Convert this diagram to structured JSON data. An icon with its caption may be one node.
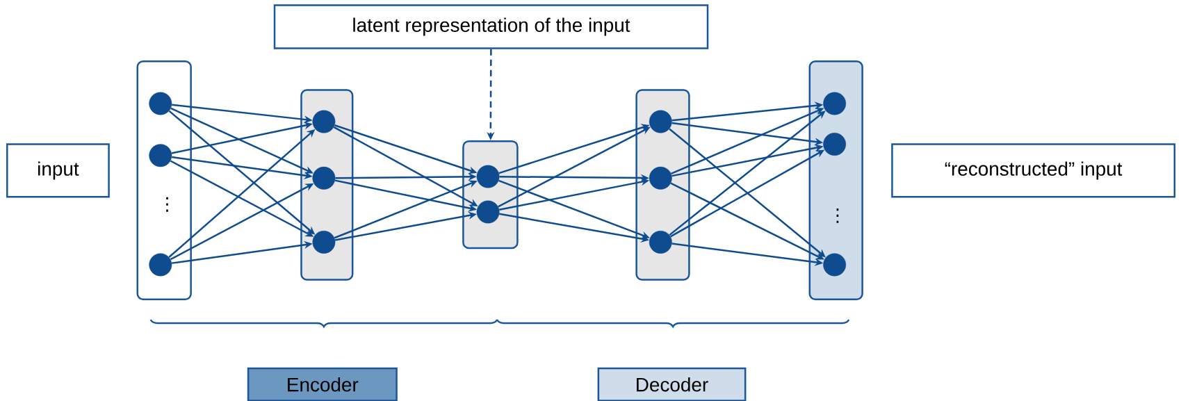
{
  "diagram": {
    "nodes": [
      {
        "text": [
          "latent representation of the input"
        ]
      },
      {
        "text": [
          "input"
        ]
      },
      {
        "text": [],
        "shape": "box"
      },
      {
        "text": [],
        "shape": "circle",
        "in": 2
      },
      {
        "text": [],
        "shape": "circle",
        "in": 2
      },
      {
        "text": [],
        "shape": "circle",
        "in": 2
      },
      {
        "text": [],
        "shape": "box"
      },
      {
        "text": [],
        "shape": "circle",
        "in": 6
      },
      {
        "text": [],
        "shape": "circle",
        "in": 6
      },
      {
        "text": [],
        "shape": "circle",
        "in": 6
      },
      {
        "text": [],
        "shape": "box"
      },
      {
        "text": [],
        "shape": "circle",
        "in": 10
      },
      {
        "text": [],
        "shape": "circle",
        "in": 10
      },
      {
        "text": [],
        "shape": "box"
      },
      {
        "text": [],
        "shape": "circle",
        "in": 13
      },
      {
        "text": [],
        "shape": "circle",
        "in": 13
      },
      {
        "text": [],
        "shape": "circle",
        "in": 13
      },
      {
        "text": [],
        "shape": "box"
      },
      {
        "text": [],
        "shape": "circle",
        "in": 17
      },
      {
        "text": [],
        "shape": "circle",
        "in": 17
      },
      {
        "text": [],
        "shape": "circle",
        "in": 17
      },
      {
        "text": [
          "“reconstructed”  input"
        ]
      },
      {
        "text": [
          "Encoder"
        ]
      },
      {
        "text": [
          "Decoder"
        ]
      }
    ],
    "edges": [
      {
        "from": 0,
        "to": 10,
        "arrow": "to",
        "style": "dashed"
      },
      {
        "from": 3,
        "to": 7,
        "arrow": "to"
      },
      {
        "from": 3,
        "to": 8,
        "arrow": "to"
      },
      {
        "from": 3,
        "to": 9,
        "arrow": "to"
      },
      {
        "from": 4,
        "to": 7,
        "arrow": "to"
      },
      {
        "from": 4,
        "to": 8,
        "arrow": "to"
      },
      {
        "from": 4,
        "to": 9,
        "arrow": "to"
      },
      {
        "from": 5,
        "to": 7,
        "arrow": "to"
      },
      {
        "from": 5,
        "to": 8,
        "arrow": "to"
      },
      {
        "from": 5,
        "to": 9,
        "arrow": "to"
      },
      {
        "from": 7,
        "to": 11,
        "arrow": "to"
      },
      {
        "from": 7,
        "to": 12,
        "arrow": "to"
      },
      {
        "from": 8,
        "to": 11,
        "arrow": "to"
      },
      {
        "from": 8,
        "to": 12,
        "arrow": "to"
      },
      {
        "from": 9,
        "to": 11,
        "arrow": "to"
      },
      {
        "from": 9,
        "to": 12,
        "arrow": "to"
      },
      {
        "from": 11,
        "to": 14,
        "arrow": "to"
      },
      {
        "from": 11,
        "to": 15,
        "arrow": "to"
      },
      {
        "from": 11,
        "to": 16,
        "arrow": "to"
      },
      {
        "from": 12,
        "to": 14,
        "arrow": "to"
      },
      {
        "from": 12,
        "to": 15,
        "arrow": "to"
      },
      {
        "from": 12,
        "to": 16,
        "arrow": "to"
      },
      {
        "from": 14,
        "to": 18,
        "arrow": "to"
      },
      {
        "from": 14,
        "to": 19,
        "arrow": "to"
      },
      {
        "from": 14,
        "to": 20,
        "arrow": "to"
      },
      {
        "from": 15,
        "to": 18,
        "arrow": "to"
      },
      {
        "from": 15,
        "to": 19,
        "arrow": "to"
      },
      {
        "from": 15,
        "to": 20,
        "arrow": "to"
      },
      {
        "from": 16,
        "to": 18,
        "arrow": "to"
      },
      {
        "from": 16,
        "to": 19,
        "arrow": "to"
      },
      {
        "from": 16,
        "to": 20,
        "arrow": "to"
      }
    ],
    "labels": [
      "⋮",
      "⋮"
    ]
  }
}
